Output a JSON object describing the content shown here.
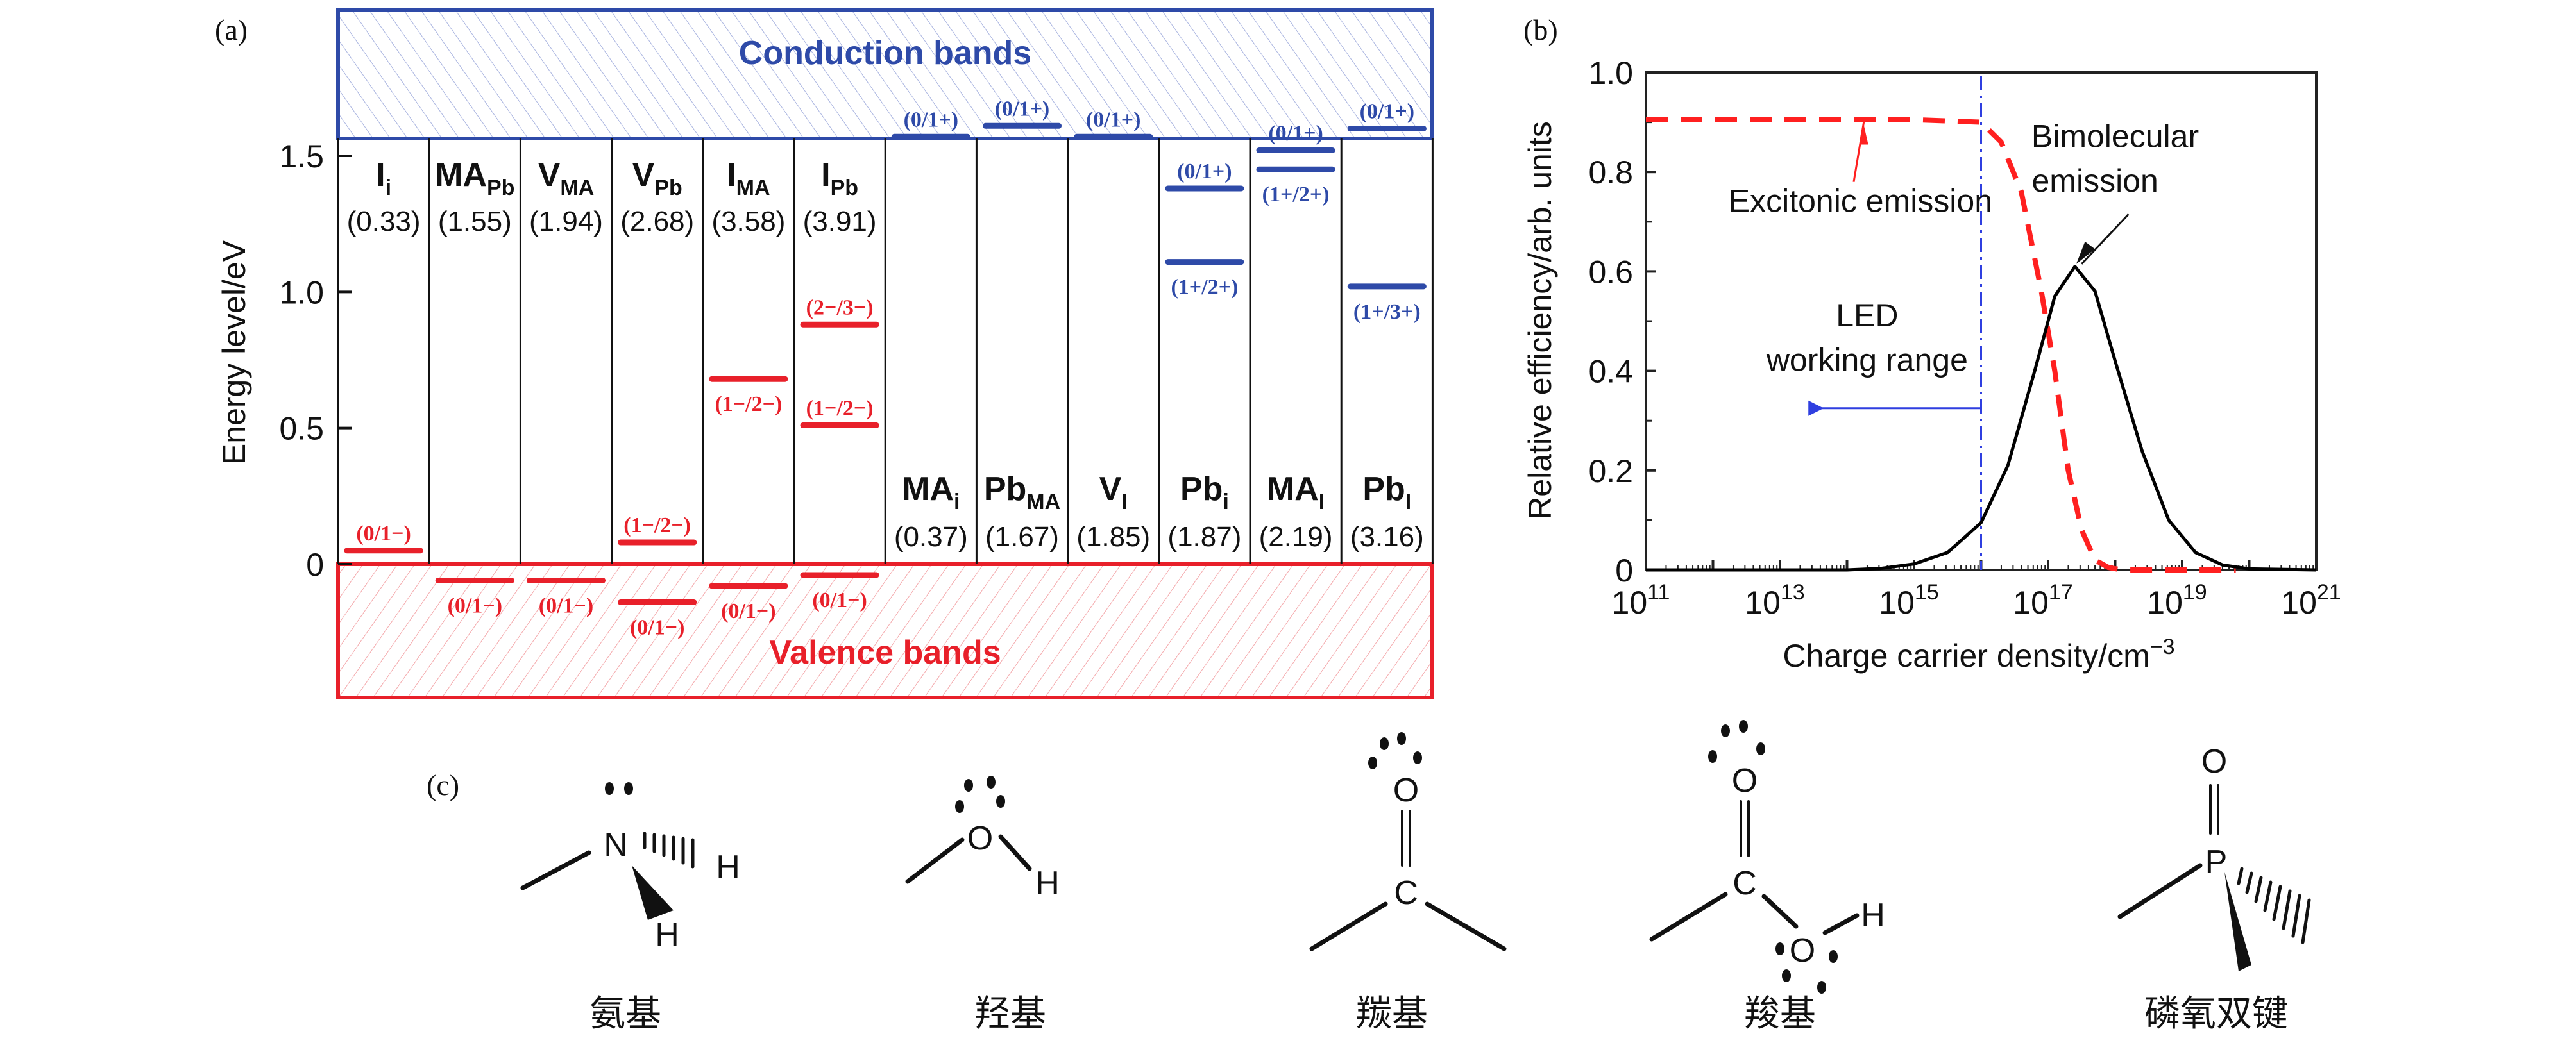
{
  "panel_labels": {
    "a": "(a)",
    "b": "(b)",
    "c": "(c)"
  },
  "panel_a": {
    "ylabel": "Energy level/eV",
    "yticks": [
      "0",
      "0.5",
      "1.0",
      "1.5"
    ],
    "ytick_values": [
      0,
      0.5,
      1.0,
      1.5
    ],
    "conduction_label": "Conduction bands",
    "valence_label": "Valence bands",
    "colors": {
      "conduction": "#2e4aa8",
      "valence": "#e8202a",
      "acceptor": "#e8202a",
      "donor": "#2e4aa8"
    },
    "acceptor_defects": [
      {
        "main": "I",
        "sub": "i",
        "formation_energy": "(0.33)",
        "levels": [
          {
            "label": "(0/1−)",
            "energy": 0.05
          }
        ]
      },
      {
        "main": "MA",
        "sub": "Pb",
        "formation_energy": "(1.55)",
        "levels": [
          {
            "label": "(0/1−)",
            "energy": -0.06
          }
        ]
      },
      {
        "main": "V",
        "sub": "MA",
        "formation_energy": "(1.94)",
        "levels": [
          {
            "label": "(0/1−)",
            "energy": -0.06
          }
        ]
      },
      {
        "main": "V",
        "sub": "Pb",
        "formation_energy": "(2.68)",
        "levels": [
          {
            "label": "(1−/2−)",
            "energy": 0.08
          },
          {
            "label": "(0/1−)",
            "energy": -0.14
          }
        ]
      },
      {
        "main": "I",
        "sub": "MA",
        "formation_energy": "(3.58)",
        "levels": [
          {
            "label": "(1−/2−)",
            "energy": 0.68
          },
          {
            "label": "(0/1−)",
            "energy": -0.08
          }
        ]
      },
      {
        "main": "I",
        "sub": "Pb",
        "formation_energy": "(3.91)",
        "levels": [
          {
            "label": "(2−/3−)",
            "energy": 0.88
          },
          {
            "label": "(1−/2−)",
            "energy": 0.51
          },
          {
            "label": "(0/1−)",
            "energy": -0.04
          }
        ]
      }
    ],
    "donor_defects": [
      {
        "main": "MA",
        "sub": "i",
        "formation_energy": "(0.37)",
        "levels": [
          {
            "label": "(0/1+)",
            "energy": 1.57
          }
        ]
      },
      {
        "main": "Pb",
        "sub": "MA",
        "formation_energy": "(1.67)",
        "levels": [
          {
            "label": "(0/1+)",
            "energy": 1.61
          }
        ]
      },
      {
        "main": "V",
        "sub": "I",
        "formation_energy": "(1.85)",
        "levels": [
          {
            "label": "(0/1+)",
            "energy": 1.57
          }
        ]
      },
      {
        "main": "Pb",
        "sub": "i",
        "formation_energy": "(1.87)",
        "levels": [
          {
            "label": "(0/1+)",
            "energy": 1.38
          },
          {
            "label": "(1+/2+)",
            "energy": 1.11
          }
        ]
      },
      {
        "main": "MA",
        "sub": "I",
        "formation_energy": "(2.19)",
        "levels": [
          {
            "label": "(0/1+)",
            "energy": 1.52
          },
          {
            "label": "(1+/2+)",
            "energy": 1.45
          }
        ]
      },
      {
        "main": "Pb",
        "sub": "I",
        "formation_energy": "(3.16)",
        "levels": [
          {
            "label": "(0/1+)",
            "energy": 1.6
          },
          {
            "label": "(1+/3+)",
            "energy": 1.02
          }
        ]
      }
    ]
  },
  "chart_data": {
    "type": "line",
    "title": "",
    "xlabel": "Charge carrier density/cm",
    "xlabel_sup": "−3",
    "ylabel": "Relative efficiency/arb. units",
    "xscale": "log",
    "xlim_exp": [
      11,
      21
    ],
    "ylim": [
      0,
      1.0
    ],
    "xtick_exponents": [
      "11",
      "13",
      "15",
      "17",
      "19",
      "21"
    ],
    "xtick_base": "10",
    "yticks": [
      "0",
      "0.2",
      "0.4",
      "0.6",
      "0.8",
      "1.0"
    ],
    "ytick_values": [
      0,
      0.2,
      0.4,
      0.6,
      0.8,
      1.0
    ],
    "series": [
      {
        "name": "Excitonic emission",
        "style": "dashed",
        "color": "#ff2020",
        "log10_x": [
          11,
          12,
          13,
          14,
          15,
          16,
          16.3,
          16.6,
          16.9,
          17.1,
          17.3,
          17.5,
          17.7,
          17.9,
          18.1,
          18.5,
          19,
          19.8
        ],
        "y": [
          0.905,
          0.905,
          0.905,
          0.905,
          0.905,
          0.9,
          0.86,
          0.76,
          0.56,
          0.4,
          0.2,
          0.08,
          0.02,
          0.005,
          0.0,
          0.0,
          0.0,
          0.0
        ]
      },
      {
        "name": "Bimolecular emission",
        "style": "solid",
        "color": "#000000",
        "log10_x": [
          11,
          14,
          14.5,
          15,
          15.5,
          16,
          16.4,
          16.8,
          17.1,
          17.4,
          17.7,
          18.0,
          18.4,
          18.8,
          19.2,
          19.6,
          20,
          21
        ],
        "y": [
          0,
          0,
          0.003,
          0.012,
          0.035,
          0.095,
          0.21,
          0.4,
          0.55,
          0.61,
          0.56,
          0.42,
          0.24,
          0.1,
          0.035,
          0.01,
          0.002,
          0
        ]
      }
    ],
    "vline": {
      "log10_x": 16,
      "style": "dash-dot",
      "color": "#2f3fe0"
    },
    "arrow": {
      "from_log10_x": 16,
      "to_log10_x": 13.5,
      "y": 0.325,
      "color": "#2f3fe0"
    },
    "annotations": [
      {
        "text": "Excitonic emission",
        "log10_x": 14.2,
        "y": 0.72
      },
      {
        "text": "Bimolecular",
        "log10_x": 18.0,
        "y": 0.85
      },
      {
        "text": "emission",
        "log10_x": 17.7,
        "y": 0.76
      },
      {
        "text": "LED",
        "log10_x": 14.3,
        "y": 0.49
      },
      {
        "text": "working range",
        "log10_x": 14.3,
        "y": 0.4
      }
    ]
  },
  "panel_c": {
    "groups": [
      {
        "label": "氨基",
        "atoms": [
          "N",
          "H",
          "H"
        ]
      },
      {
        "label": "羟基",
        "atoms": [
          "O",
          "H"
        ]
      },
      {
        "label": "羰基",
        "atoms": [
          "O",
          "C"
        ]
      },
      {
        "label": "羧基",
        "atoms": [
          "O",
          "C",
          "O",
          "H"
        ]
      },
      {
        "label": "磷氧双键",
        "atoms": [
          "O",
          "P"
        ]
      }
    ]
  }
}
